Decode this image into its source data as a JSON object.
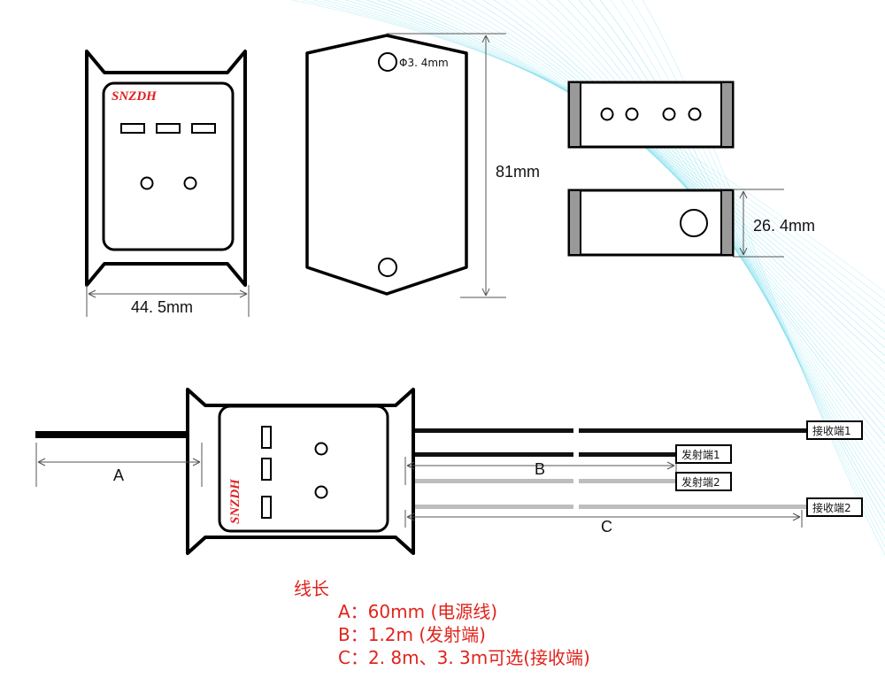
{
  "brand": "SNZDH",
  "dimensions": {
    "width": "44. 5mm",
    "height": "81mm",
    "depth": "26. 4mm",
    "hole": "Φ3. 4mm"
  },
  "wires": {
    "a_label": "A",
    "b_label": "B",
    "c_label": "C",
    "receiver1": "接收端1",
    "emitter1": "发射端1",
    "emitter2": "发射端2",
    "receiver2": "接收端2"
  },
  "spec": {
    "title": "线长",
    "a": "A：60mm (电源线)",
    "b": "B：1.2m  (发射端)",
    "c": "C：2. 8m、3. 3m可选(接收端)"
  },
  "colors": {
    "accent_red": "#e0241c",
    "wave_cyan": "#4fd3e6"
  }
}
